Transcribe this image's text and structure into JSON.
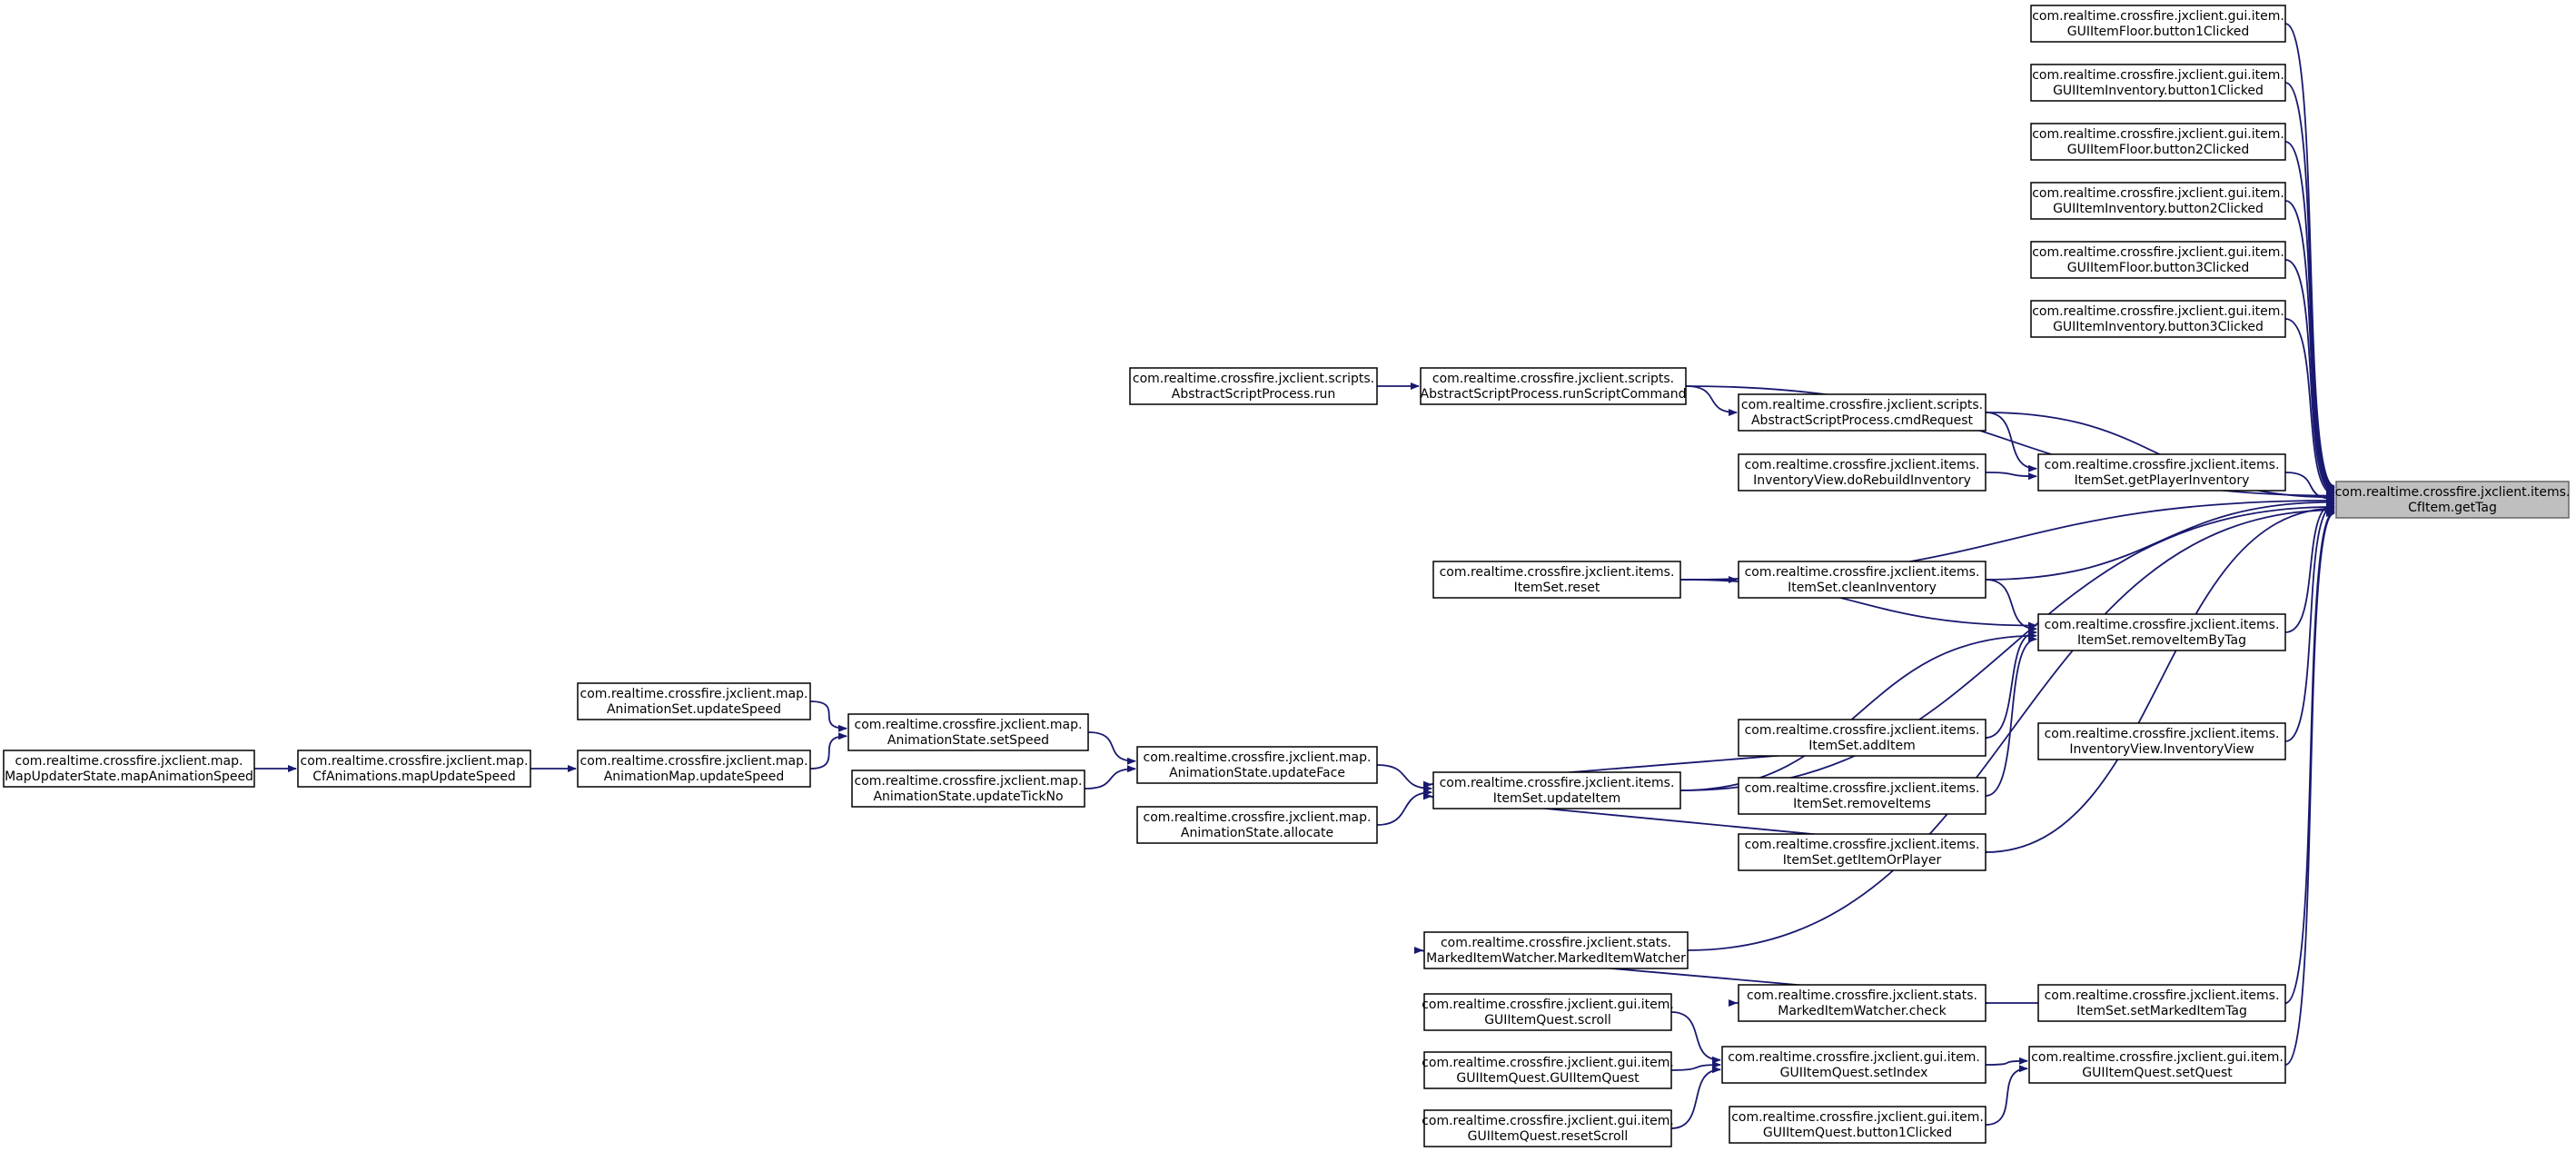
{
  "colors": {
    "edge": "#191970",
    "root_fill": "#bfbfbf",
    "node_fill": "#ffffff",
    "node_stroke": "#000000"
  },
  "nodes": [
    {
      "id": "n_root",
      "name": "node-cfitem-gettag",
      "lines": [
        "com.realtime.crossfire.jxclient.items.",
        "CfItem.getTag"
      ]
    },
    {
      "id": "n_gif_b1",
      "name": "node-guiitemfloor-button1clicked",
      "lines": [
        "com.realtime.crossfire.jxclient.gui.item.",
        "GUIItemFloor.button1Clicked"
      ]
    },
    {
      "id": "n_gii_b1",
      "name": "node-guiiteminventory-button1clicked",
      "lines": [
        "com.realtime.crossfire.jxclient.gui.item.",
        "GUIItemInventory.button1Clicked"
      ]
    },
    {
      "id": "n_gif_b2",
      "name": "node-guiitemfloor-button2clicked",
      "lines": [
        "com.realtime.crossfire.jxclient.gui.item.",
        "GUIItemFloor.button2Clicked"
      ]
    },
    {
      "id": "n_gii_b2",
      "name": "node-guiiteminventory-button2clicked",
      "lines": [
        "com.realtime.crossfire.jxclient.gui.item.",
        "GUIItemInventory.button2Clicked"
      ]
    },
    {
      "id": "n_gif_b3",
      "name": "node-guiitemfloor-button3clicked",
      "lines": [
        "com.realtime.crossfire.jxclient.gui.item.",
        "GUIItemFloor.button3Clicked"
      ]
    },
    {
      "id": "n_gii_b3",
      "name": "node-guiiteminventory-button3clicked",
      "lines": [
        "com.realtime.crossfire.jxclient.gui.item.",
        "GUIItemInventory.button3Clicked"
      ]
    },
    {
      "id": "n_asp_run",
      "name": "node-abstractscriptprocess-run",
      "lines": [
        "com.realtime.crossfire.jxclient.scripts.",
        "AbstractScriptProcess.run"
      ]
    },
    {
      "id": "n_asp_rsc",
      "name": "node-abstractscriptprocess-runscriptcommand",
      "lines": [
        "com.realtime.crossfire.jxclient.scripts.",
        "AbstractScriptProcess.runScriptCommand"
      ]
    },
    {
      "id": "n_asp_cmd",
      "name": "node-abstractscriptprocess-cmdrequest",
      "lines": [
        "com.realtime.crossfire.jxclient.scripts.",
        "AbstractScriptProcess.cmdRequest"
      ]
    },
    {
      "id": "n_iv_dri",
      "name": "node-inventoryview-dorebuildinventory",
      "lines": [
        "com.realtime.crossfire.jxclient.items.",
        "InventoryView.doRebuildInventory"
      ]
    },
    {
      "id": "n_is_gpi",
      "name": "node-itemset-getplayerinventory",
      "lines": [
        "com.realtime.crossfire.jxclient.items.",
        "ItemSet.getPlayerInventory"
      ]
    },
    {
      "id": "n_is_reset",
      "name": "node-itemset-reset",
      "lines": [
        "com.realtime.crossfire.jxclient.items.",
        "ItemSet.reset"
      ]
    },
    {
      "id": "n_is_ci",
      "name": "node-itemset-cleaninventory",
      "lines": [
        "com.realtime.crossfire.jxclient.items.",
        "ItemSet.cleanInventory"
      ]
    },
    {
      "id": "n_is_ribt",
      "name": "node-itemset-removeitembytag",
      "lines": [
        "com.realtime.crossfire.jxclient.items.",
        "ItemSet.removeItemByTag"
      ]
    },
    {
      "id": "n_as_us",
      "name": "node-animationset-updatespeed",
      "lines": [
        "com.realtime.crossfire.jxclient.map.",
        "AnimationSet.updateSpeed"
      ]
    },
    {
      "id": "n_ast_ss",
      "name": "node-animationstate-setspeed",
      "lines": [
        "com.realtime.crossfire.jxclient.map.",
        "AnimationState.setSpeed"
      ]
    },
    {
      "id": "n_mus_mas",
      "name": "node-mapupdaterstate-mapanimationspeed",
      "lines": [
        "com.realtime.crossfire.jxclient.map.",
        "MapUpdaterState.mapAnimationSpeed"
      ]
    },
    {
      "id": "n_cfa_mus",
      "name": "node-cfanimations-mapupdatespeed",
      "lines": [
        "com.realtime.crossfire.jxclient.map.",
        "CfAnimations.mapUpdateSpeed"
      ]
    },
    {
      "id": "n_am_us",
      "name": "node-animationmap-updatespeed",
      "lines": [
        "com.realtime.crossfire.jxclient.map.",
        "AnimationMap.updateSpeed"
      ]
    },
    {
      "id": "n_ast_uf",
      "name": "node-animationstate-updateface",
      "lines": [
        "com.realtime.crossfire.jxclient.map.",
        "AnimationState.updateFace"
      ]
    },
    {
      "id": "n_ast_utn",
      "name": "node-animationstate-updateticknno",
      "lines": [
        "com.realtime.crossfire.jxclient.map.",
        "AnimationState.updateTickNo"
      ]
    },
    {
      "id": "n_ast_al",
      "name": "node-animationstate-allocate",
      "lines": [
        "com.realtime.crossfire.jxclient.map.",
        "AnimationState.allocate"
      ]
    },
    {
      "id": "n_is_ui",
      "name": "node-itemset-updateitem",
      "lines": [
        "com.realtime.crossfire.jxclient.items.",
        "ItemSet.updateItem"
      ]
    },
    {
      "id": "n_is_ai",
      "name": "node-itemset-additem",
      "lines": [
        "com.realtime.crossfire.jxclient.items.",
        "ItemSet.addItem"
      ]
    },
    {
      "id": "n_is_ri",
      "name": "node-itemset-removeitems",
      "lines": [
        "com.realtime.crossfire.jxclient.items.",
        "ItemSet.removeItems"
      ]
    },
    {
      "id": "n_is_giop",
      "name": "node-itemset-getitemorplayer",
      "lines": [
        "com.realtime.crossfire.jxclient.items.",
        "ItemSet.getItemOrPlayer"
      ]
    },
    {
      "id": "n_iv_iv",
      "name": "node-inventoryview-inventoryview",
      "lines": [
        "com.realtime.crossfire.jxclient.items.",
        "InventoryView.InventoryView"
      ]
    },
    {
      "id": "n_miw_miw",
      "name": "node-markeditemwatcher-markeditemwatcher",
      "lines": [
        "com.realtime.crossfire.jxclient.stats.",
        "MarkedItemWatcher.MarkedItemWatcher"
      ]
    },
    {
      "id": "n_miw_chk",
      "name": "node-markeditemwatcher-check",
      "lines": [
        "com.realtime.crossfire.jxclient.stats.",
        "MarkedItemWatcher.check"
      ]
    },
    {
      "id": "n_is_smit",
      "name": "node-itemset-setmarkeditemtag",
      "lines": [
        "com.realtime.crossfire.jxclient.items.",
        "ItemSet.setMarkedItemTag"
      ]
    },
    {
      "id": "n_giq_scroll",
      "name": "node-guiitemquest-scroll",
      "lines": [
        "com.realtime.crossfire.jxclient.gui.item.",
        "GUIItemQuest.scroll"
      ]
    },
    {
      "id": "n_giq_si",
      "name": "node-guiitemquest-setindex",
      "lines": [
        "com.realtime.crossfire.jxclient.gui.item.",
        "GUIItemQuest.setIndex"
      ]
    },
    {
      "id": "n_giq_sq",
      "name": "node-guiitemquest-setquest",
      "lines": [
        "com.realtime.crossfire.jxclient.gui.item.",
        "GUIItemQuest.setQuest"
      ]
    },
    {
      "id": "n_giq_giq",
      "name": "node-guiitemquest-guiitemquest",
      "lines": [
        "com.realtime.crossfire.jxclient.gui.item.",
        "GUIItemQuest.GUIItemQuest"
      ]
    },
    {
      "id": "n_giq_rs",
      "name": "node-guiitemquest-resetscroll",
      "lines": [
        "com.realtime.crossfire.jxclient.gui.item.",
        "GUIItemQuest.resetScroll"
      ]
    },
    {
      "id": "n_giq_b1",
      "name": "node-guiitemquest-button1clicked",
      "lines": [
        "com.realtime.crossfire.jxclient.gui.item.",
        "GUIItemQuest.button1Clicked"
      ]
    }
  ],
  "edges": [
    {
      "from": "n_gif_b1",
      "to": "n_root"
    },
    {
      "from": "n_gii_b1",
      "to": "n_root"
    },
    {
      "from": "n_gif_b2",
      "to": "n_root"
    },
    {
      "from": "n_gii_b2",
      "to": "n_root"
    },
    {
      "from": "n_gif_b3",
      "to": "n_root"
    },
    {
      "from": "n_gii_b3",
      "to": "n_root"
    },
    {
      "from": "n_asp_rsc",
      "to": "n_root"
    },
    {
      "from": "n_asp_cmd",
      "to": "n_root"
    },
    {
      "from": "n_is_gpi",
      "to": "n_root"
    },
    {
      "from": "n_is_reset",
      "to": "n_root"
    },
    {
      "from": "n_is_ci",
      "to": "n_root"
    },
    {
      "from": "n_is_ribt",
      "to": "n_root"
    },
    {
      "from": "n_is_ui",
      "to": "n_root"
    },
    {
      "from": "n_is_giop",
      "to": "n_root"
    },
    {
      "from": "n_iv_iv",
      "to": "n_root"
    },
    {
      "from": "n_miw_miw",
      "to": "n_root"
    },
    {
      "from": "n_is_smit",
      "to": "n_root"
    },
    {
      "from": "n_giq_sq",
      "to": "n_root"
    },
    {
      "from": "n_asp_run",
      "to": "n_asp_rsc"
    },
    {
      "from": "n_asp_rsc",
      "to": "n_asp_cmd"
    },
    {
      "from": "n_asp_cmd",
      "to": "n_is_gpi"
    },
    {
      "from": "n_iv_dri",
      "to": "n_is_gpi"
    },
    {
      "from": "n_is_reset",
      "to": "n_is_ci"
    },
    {
      "from": "n_is_reset",
      "to": "n_is_ribt"
    },
    {
      "from": "n_is_ci",
      "to": "n_is_ribt"
    },
    {
      "from": "n_is_ui",
      "to": "n_is_ribt"
    },
    {
      "from": "n_is_ai",
      "to": "n_is_ribt"
    },
    {
      "from": "n_is_ri",
      "to": "n_is_ribt"
    },
    {
      "from": "n_as_us",
      "to": "n_ast_ss"
    },
    {
      "from": "n_am_us",
      "to": "n_ast_ss"
    },
    {
      "from": "n_mus_mas",
      "to": "n_cfa_mus"
    },
    {
      "from": "n_cfa_mus",
      "to": "n_am_us"
    },
    {
      "from": "n_ast_ss",
      "to": "n_ast_uf"
    },
    {
      "from": "n_ast_utn",
      "to": "n_ast_uf"
    },
    {
      "from": "n_ast_uf",
      "to": "n_is_ui"
    },
    {
      "from": "n_ast_al",
      "to": "n_is_ui"
    },
    {
      "from": "n_is_ai",
      "to": "n_is_ui"
    },
    {
      "from": "n_is_giop",
      "to": "n_is_ui"
    },
    {
      "from": "n_miw_chk",
      "to": "n_miw_miw"
    },
    {
      "from": "n_is_smit",
      "to": "n_miw_chk"
    },
    {
      "from": "n_giq_scroll",
      "to": "n_giq_si"
    },
    {
      "from": "n_giq_giq",
      "to": "n_giq_si"
    },
    {
      "from": "n_giq_rs",
      "to": "n_giq_si"
    },
    {
      "from": "n_giq_si",
      "to": "n_giq_sq"
    },
    {
      "from": "n_giq_b1",
      "to": "n_giq_sq"
    }
  ]
}
